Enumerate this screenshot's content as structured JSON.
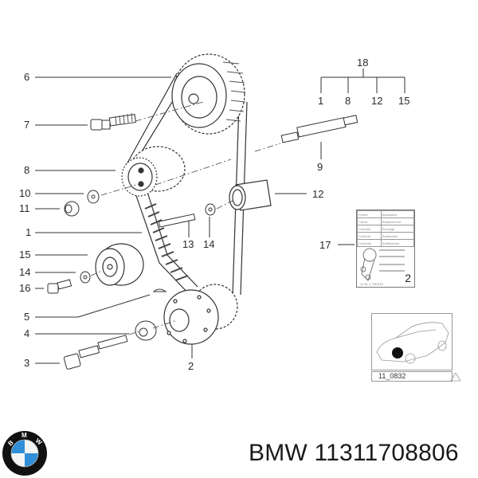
{
  "diagram": {
    "title": "Timing belt drive exploded view",
    "callouts": [
      {
        "id": "6",
        "text": "6"
      },
      {
        "id": "7",
        "text": "7"
      },
      {
        "id": "8",
        "text": "8"
      },
      {
        "id": "10",
        "text": "10"
      },
      {
        "id": "11",
        "text": "11"
      },
      {
        "id": "1",
        "text": "1"
      },
      {
        "id": "15",
        "text": "15"
      },
      {
        "id": "14a",
        "text": "14"
      },
      {
        "id": "16",
        "text": "16"
      },
      {
        "id": "5",
        "text": "5"
      },
      {
        "id": "4",
        "text": "4"
      },
      {
        "id": "3",
        "text": "3"
      },
      {
        "id": "2",
        "text": "2"
      },
      {
        "id": "13",
        "text": "13"
      },
      {
        "id": "14b",
        "text": "14"
      },
      {
        "id": "12",
        "text": "12"
      },
      {
        "id": "9",
        "text": "9"
      },
      {
        "id": "17",
        "text": "17"
      }
    ],
    "kit_group": {
      "parent": "18",
      "children": [
        "1",
        "8",
        "12",
        "15"
      ]
    },
    "label_card": {
      "rows": [
        [
          "Prüfen",
          "Austausch"
        ],
        [
          "Check",
          "Replacement"
        ],
        [
          "Contrôle",
          "Echange"
        ],
        [
          "Controle",
          "Sustitución"
        ],
        [
          "Controllo",
          "Sostituzione"
        ]
      ],
      "sheet_number": "2",
      "code": "11 31 1 738 875"
    },
    "car_locator": {
      "code": "11_0832"
    }
  },
  "footer": {
    "brand": "BMW",
    "part_number": "11311708806",
    "text": "BMW 11311708806"
  },
  "colors": {
    "ink": "#2a2a2a",
    "logo_blue": "#2f8fd8",
    "logo_ring": "#111111"
  }
}
